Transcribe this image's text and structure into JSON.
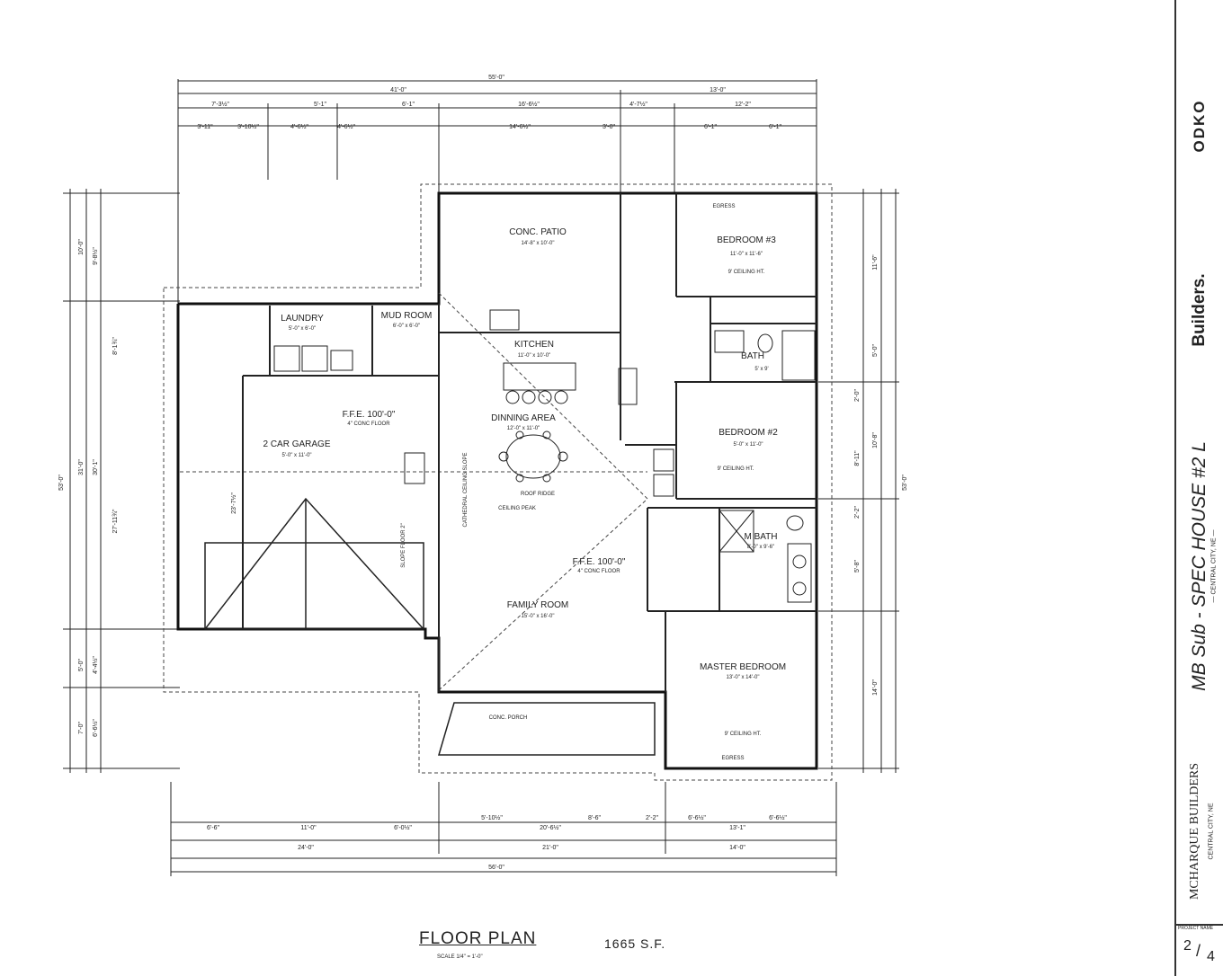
{
  "plan": {
    "title": "FLOOR PLAN",
    "scale_note": "SCALE 1/4\" = 1'-0\"",
    "area": "1665 S.F."
  },
  "rooms": [
    {
      "id": "conc-patio",
      "name": "CONC. PATIO",
      "size": "14'-8\" x 10'-0\""
    },
    {
      "id": "bedroom-3",
      "name": "BEDROOM #3",
      "size": "11'-0\" x 11'-6\"",
      "note": "9' CEILING HT."
    },
    {
      "id": "laundry",
      "name": "LAUNDRY",
      "size": "5'-0\" x 6'-0\""
    },
    {
      "id": "mud-room",
      "name": "MUD ROOM",
      "size": "6'-0\" x 6'-0\""
    },
    {
      "id": "kitchen",
      "name": "KITCHEN",
      "size": "11'-0\" x 10'-0\""
    },
    {
      "id": "bath",
      "name": "BATH",
      "size": "5' x 9'",
      "note": ""
    },
    {
      "id": "garage",
      "name": "2 CAR GARAGE",
      "size": "5'-0\" x 11'-0\"",
      "ffe": "F.F.E. 100'-0\"",
      "floor": "4\" CONC FLOOR"
    },
    {
      "id": "dining",
      "name": "DINNING AREA",
      "size": "12'-0\" x 11'-0\""
    },
    {
      "id": "bedroom-2",
      "name": "BEDROOM #2",
      "size": "5'-0\" x 11'-0\"",
      "note": "9' CEILING HT."
    },
    {
      "id": "m-bath",
      "name": "M BATH",
      "size": "8'-0\" x 9'-6\""
    },
    {
      "id": "family-room",
      "name": "FAMILY ROOM",
      "size": "15'-0\" x 16'-0\"",
      "ffe": "F.F.E. 100'-0\"",
      "floor": "4\" CONC FLOOR"
    },
    {
      "id": "master-bedroom",
      "name": "MASTER BEDROOM",
      "size": "13'-0\" x 14'-0\"",
      "note": "9' CEILING HT."
    },
    {
      "id": "conc-porch",
      "name": "CONC. PORCH"
    }
  ],
  "annotations": {
    "roof_ridge": "ROOF RIDGE",
    "ceiling_peak": "CEILING PEAK",
    "cathedral_slope": "CATHEDRAL CEILING SLOPE",
    "slope_floor": "SLOPE FLOOR 2\"",
    "egress": "EGRESS"
  },
  "dimensions": {
    "top_overall": "55'-0\"",
    "top_row1": [
      "41'-0\"",
      "13'-0\""
    ],
    "top_row2": [
      "7'-3½\"",
      "5'-1\"",
      "6'-1\"",
      "16'-6½\"",
      "4'-7½\"",
      "12'-2\""
    ],
    "top_row3": [
      "3'-11\"",
      "3'-10½\"",
      "4'-6½\"",
      "4'-6½\"",
      "14'-6½\"",
      "3'-0\"",
      "6'-1\"",
      "6'-1\""
    ],
    "bottom_overall": "56'-0\"",
    "bottom_row1": [
      "24'-0\"",
      "21'-0\"",
      "14'-0\""
    ],
    "bottom_row2": [
      "6'-6\"",
      "11'-0\"",
      "6'-0½\"",
      "5'-10½\"",
      "20'-6½\"",
      "8'-6\"",
      "2'-2\"",
      "6'-6½\"",
      "13'-1\"",
      "6'-6½\""
    ],
    "left_overall": "53'-0\"",
    "left_row1": [
      "10'-0\"",
      "31'-0\"",
      "5'-0\"",
      "7'-0\""
    ],
    "left_row2": [
      "9'-8½\"",
      "8'-1¾\"",
      "30'-1\"",
      "27'-11¾\"",
      "4'-4½\"",
      "6'-6½\""
    ],
    "right_overall": "53'-0\"",
    "right_row1": [
      "11'-6\"",
      "5'-0\"",
      "2'-0\"",
      "10'-8\"",
      "8'-11\"",
      "2'-2\"",
      "5'-8\"",
      "14'-0\""
    ],
    "garage_depth": "23'-7½\""
  },
  "title_block": {
    "company": "MCHARQUE BUILDERS",
    "company_location": "CENTRAL CITY, NE",
    "project": "MB Sub - SPEC HOUSE #2 L",
    "project_location": "— CENTRAL CITY, NE —",
    "firm_logo": "Builders.",
    "drafter": "ODKO",
    "sheet_current": "2",
    "sheet_total": "4",
    "sheet_label": "PROJECT NAME"
  }
}
